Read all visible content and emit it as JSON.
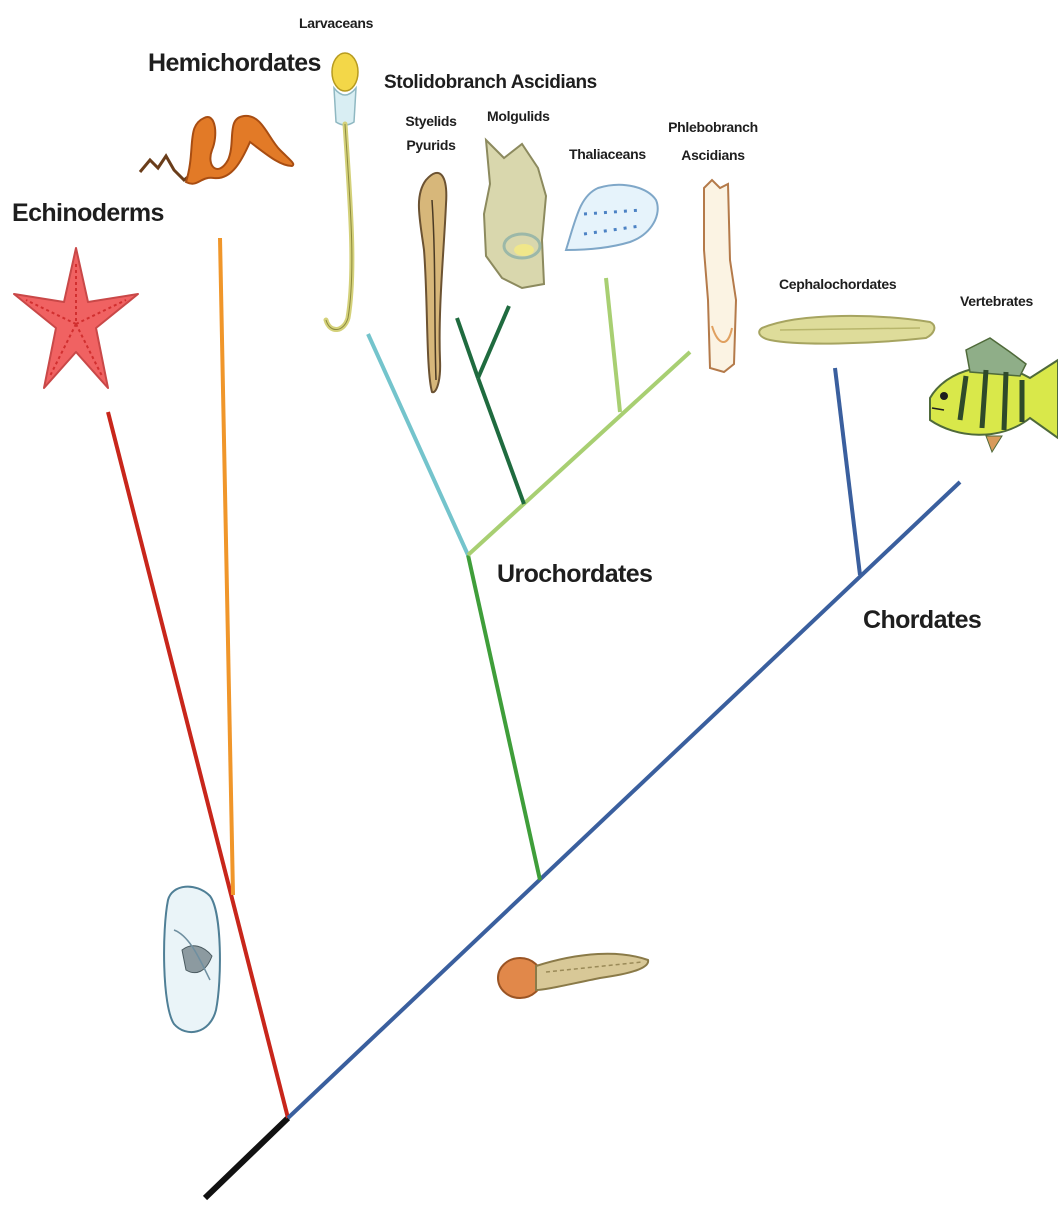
{
  "clades": {
    "echinoderms": "Echinoderms",
    "hemichordates": "Hemichordates",
    "larvaceans": "Larvaceans",
    "stolidobranch": "Stolidobranch Ascidians",
    "styelids": "Styelids",
    "pyurids": "Pyurids",
    "molgulids": "Molgulids",
    "thaliaceans": "Thaliaceans",
    "phlebobranch_line1": "Phlebobranch",
    "phlebobranch_line2": "Ascidians",
    "cephalochordates": "Cephalochordates",
    "vertebrates": "Vertebrates"
  },
  "groups": {
    "urochordates": "Urochordates",
    "chordates": "Chordates"
  },
  "colors": {
    "root": "#111111",
    "echinoderms": "#c8261b",
    "hemichordates": "#f0962a",
    "chordates": "#3a5f9e",
    "urochordates": "#3f9e3a",
    "larvaceans": "#74c4cc",
    "stolidobranch": "#1f6b3f",
    "thaliacean_phlebobranch": "#a8cf72"
  },
  "illustrations": [
    "starfish-icon",
    "acorn-worm-icon",
    "larvacean-icon",
    "styelid-icon",
    "molgulid-icon",
    "salp-icon",
    "phlebobranch-icon",
    "lancelet-icon",
    "fish-icon",
    "larva-icon",
    "tadpole-larva-icon"
  ]
}
